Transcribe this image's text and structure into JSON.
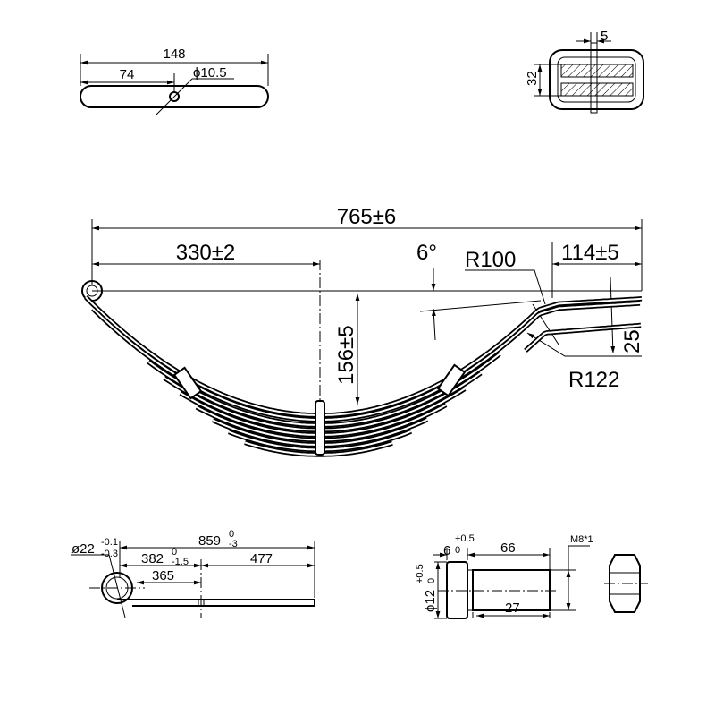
{
  "flat_leaf_view": {
    "overall": "148",
    "half": "74",
    "hole": "ϕ10.5"
  },
  "section_view": {
    "width": "5",
    "height": "32"
  },
  "main_spring": {
    "overall_length": "765±6",
    "half_length": "330±2",
    "angle": "6°",
    "bend_radius_top": "R100",
    "end_length": "114±5",
    "camber": "156±5",
    "helper_gap": "25",
    "bend_radius_bottom": "R122"
  },
  "main_leaf_view": {
    "eye_diameter": "ø22",
    "eye_tol_upper": "-0.1",
    "eye_tol_lower": "-0.3",
    "overall": "859",
    "overall_tol_upper": "0",
    "overall_tol_lower": "-3",
    "front": "382",
    "front_tol_upper": "0",
    "front_tol_lower": "-1.5",
    "eye_to_center": "365",
    "rear": "477"
  },
  "bolt_view": {
    "head_thickness": "6",
    "head_tol_upper": "+0.5",
    "head_tol_lower": "0",
    "length": "66",
    "thread": "M8*1",
    "head_diameter": "ϕ12",
    "head_dia_tol_upper": "+0.5",
    "head_dia_tol_lower": "0",
    "thread_length": "27"
  }
}
